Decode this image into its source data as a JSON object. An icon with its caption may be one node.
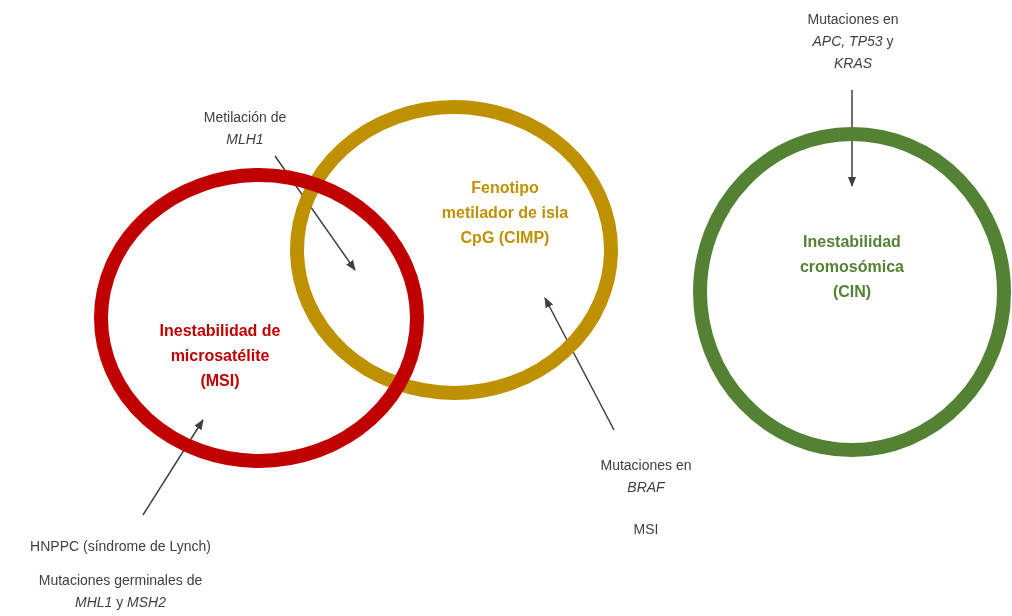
{
  "diagram": {
    "nodes": [
      {
        "text": [
          "Mutaciones en *APC, TP53* y *KRAS*"
        ]
      },
      {
        "text": [
          "Metilación de *MLH1*"
        ]
      },
      {
        "text": [
          "Fenotipo metilador de isla CpG (CIMP)"
        ]
      },
      {
        "text": [
          "Inestabilidad cromosómica (CIN)"
        ]
      },
      {
        "text": [
          "Inestabilidad de microsatélite (MSI)"
        ]
      },
      {
        "text": [
          "Mutaciones en *BRAF*",
          "MSI"
        ]
      },
      {
        "text": [
          "HNPPC (síndrome de Lynch)",
          "Mutaciones germinales de *MHL1* y *MSH2*"
        ]
      }
    ],
    "edges": [
      {
        "from": 0,
        "to": 3,
        "arrow": "to"
      },
      {
        "from": 1,
        "to": 2,
        "arrow": "to"
      },
      {
        "from": 1,
        "to": 4,
        "arrow": "to"
      },
      {
        "from": 5,
        "to": 2,
        "arrow": "to"
      },
      {
        "from": 6,
        "to": 4,
        "arrow": "to"
      }
    ]
  }
}
